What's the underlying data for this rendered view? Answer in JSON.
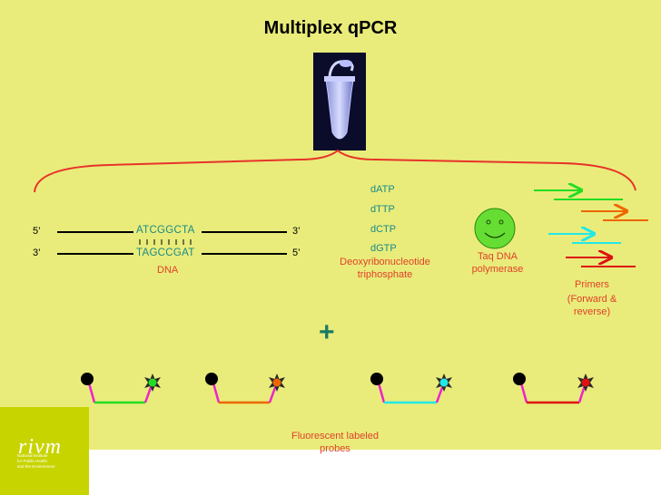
{
  "title": "Multiplex qPCR",
  "dna": {
    "top_prime_left": "5’",
    "top_prime_right": "3’",
    "bottom_prime_left": "3’",
    "bottom_prime_right": "5’",
    "top_seq": "ATCGGCTA",
    "bottom_seq": "TAGCCGAT",
    "label": "DNA"
  },
  "nucleotides": {
    "items": [
      "dATP",
      "dTTP",
      "dCTP",
      "dGTP"
    ],
    "label_line1": "Deoxyribonucleotide",
    "label_line2": "triphosphate"
  },
  "polymerase": {
    "label_line1": "Taq DNA",
    "label_line2": "polymerase"
  },
  "primers": {
    "label_line1": "Primers",
    "label_line2": "(Forward &",
    "label_line3": "reverse)",
    "colors": [
      "#22dd22",
      "#ee6600",
      "#22e8e8",
      "#dd1111"
    ]
  },
  "probes": {
    "label_line1": "Fluorescent labeled",
    "label_line2": "probes",
    "colors": [
      "#22dd22",
      "#ee6600",
      "#22e8e8",
      "#dd1111"
    ]
  },
  "plus_sign": "+",
  "logo": {
    "name": "rivm",
    "line1": "National Institute",
    "line2": "for Public Health",
    "line3": "and the Environment"
  },
  "colors": {
    "background": "#e9ec7a",
    "logo_green": "#c8d400",
    "label_red": "#e2402a",
    "label_teal": "#1a8a88",
    "smiley": "#66dd33"
  }
}
